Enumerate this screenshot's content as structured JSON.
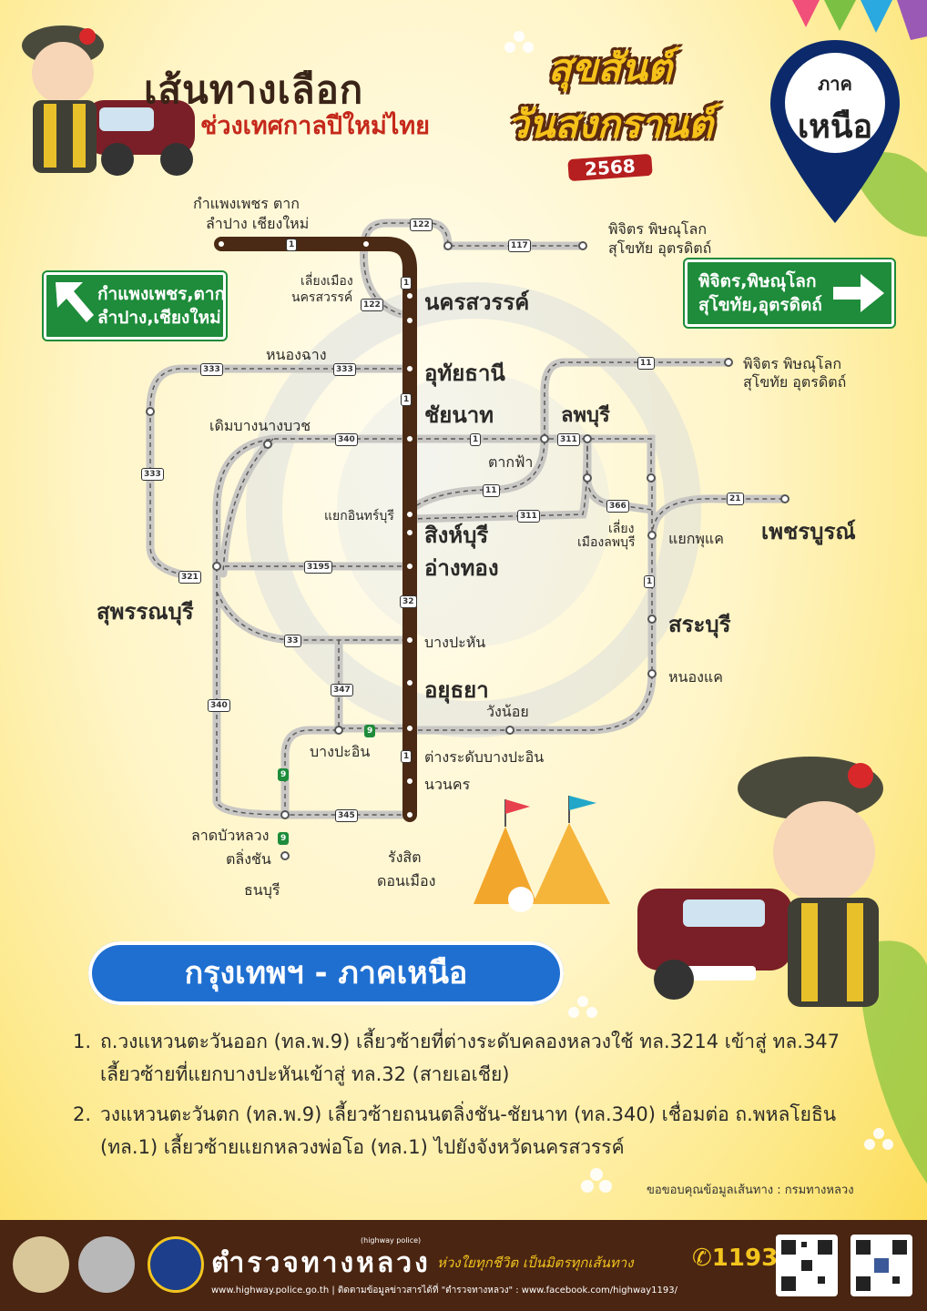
{
  "header": {
    "title_main": "เส้นทางเลือก",
    "title_sub": "ช่วงเทศกาลปีใหม่ไทย",
    "festival_line1": "สุขสันต์",
    "festival_line2": "วันสงกรานต์",
    "festival_year": "2568",
    "region_label_small": "ภาค",
    "region_label_big": "เหนือ"
  },
  "signs": {
    "left_text": "กำแพงเพชร,ตาก ลำปาง,เชียงใหม่",
    "right_text": "พิจิตร,พิษณุโลก สุโขทัย,อุตรดิตถ์"
  },
  "map": {
    "labels": {
      "kamphaeng_top_1": "กำแพงเพชร ตาก",
      "kamphaeng_top_2": "ลำปาง เชียงใหม่",
      "phichit_top_1": "พิจิตร พิษณุโลก",
      "phichit_top_2": "สุโขทัย อุตรดิตถ์",
      "liang_muang_ns_1": "เลี่ยงเมือง",
      "liang_muang_ns_2": "นครสวรรค์",
      "nakhon_sawan": "นครสวรรค์",
      "nong_chang": "หนองฉาง",
      "uthai_thani": "อุทัยธานี",
      "phichit_mid_1": "พิจิตร พิษณุโลก",
      "phichit_mid_2": "สุโขทัย อุตรดิตถ์",
      "chai_nat": "ชัยนาท",
      "lop_buri": "ลพบุรี",
      "doem_bang": "เดิมบางนางบวช",
      "tak_fa": "ตากฟ้า",
      "yaek_in_buri": "แยกอินทร์บุรี",
      "sing_buri": "สิงห์บุรี",
      "ang_thong": "อ่างทอง",
      "phetchabun": "เพชรบูรณ์",
      "liang_muang_lb_1": "เลี่ยง",
      "liang_muang_lb_2": "เมืองลพบุรี",
      "yaek_phu_khae": "แยกพุแค",
      "suphan_buri": "สุพรรณบุรี",
      "saraburi": "สระบุรี",
      "bang_pahan": "บางปะหัน",
      "ayutthaya": "อยุธยา",
      "nong_khae": "หนองแค",
      "wang_noi": "วังน้อย",
      "bang_pa_in": "บางปะอิน",
      "bang_pa_in_interchange": "ต่างระดับบางปะอิน",
      "nava_nakorn": "นวนคร",
      "lat_bua_luang": "ลาดบัวหลวง",
      "taling_chan": "ตลิ่งชัน",
      "thon_buri": "ธนบุรี",
      "rangsit": "รังสิต",
      "don_mueang": "ดอนเมือง"
    },
    "road_numbers": {
      "r122_top": "122",
      "r117": "117",
      "r122_left": "122",
      "r333_a": "333",
      "r333_b": "333",
      "r333_v": "333",
      "r11_a": "11",
      "r340": "340",
      "r1_a": "1",
      "r311_a": "311",
      "r11_b": "11",
      "r311_b": "311",
      "r366": "366",
      "r21": "21",
      "r321": "321",
      "r3195": "3195",
      "r1_b": "1",
      "r32": "32",
      "r33": "33",
      "r347": "347",
      "r340_v": "340",
      "r9_a": "9",
      "r9_b": "9",
      "r9_c": "9",
      "r345": "345",
      "r1_c": "1",
      "r1_d": "1",
      "r1_e": "1",
      "r1_f": "1"
    }
  },
  "banner": {
    "title": "กรุงเทพฯ - ภาคเหนือ"
  },
  "routes": [
    {
      "num": "1.",
      "text": "ถ.วงแหวนตะวันออก (ทล.พ.9) เลี้ยวซ้ายที่ต่างระดับคลองหลวงใช้ ทล.3214 เข้าสู่ ทล.347 เลี้ยวซ้ายที่แยกบางปะหันเข้าสู่ ทล.32 (สายเอเชีย)"
    },
    {
      "num": "2.",
      "text": "วงแหวนตะวันตก (ทล.พ.9) เลี้ยวซ้ายถนนตลิ่งชัน-ชัยนาท (ทล.340) เชื่อมต่อ ถ.พหลโยธิน (ทล.1) เลี้ยวซ้ายแยกหลวงพ่อโอ (ทล.1) ไปยังจังหวัดนครสวรรค์"
    }
  ],
  "credit": "ขอขอบคุณข้อมูลเส้นทาง : กรมทางหลวง",
  "footer": {
    "brand": "ตำรวจทางหลวง",
    "brand_en": "(highway police)",
    "slogan": "ห่วงใยทุกชีวิต เป็นมิตรทุกเส้นทาง",
    "hotline": "1193",
    "weblinks": "www.highway.police.go.th | ติดตามข้อมูลข่าวสารได้ที่ \"ตำรวจทางหลวง\" : www.facebook.com/highway1193/"
  },
  "colors": {
    "main_route": "#4a2a14",
    "alt_route": "#c9c7c4",
    "sign_green": "#1e8c3a",
    "banner_blue": "#1f6fd1",
    "footer_brown": "#4a2512",
    "accent_yellow": "#f3c51e"
  }
}
